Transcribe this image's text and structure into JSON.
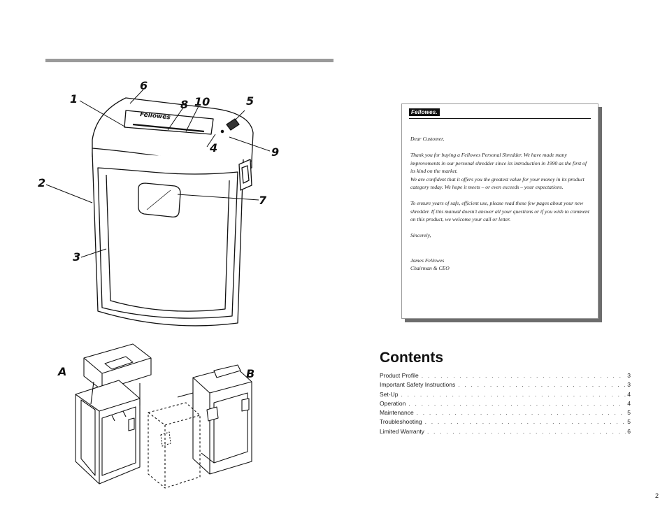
{
  "illustration": {
    "callouts": [
      "1",
      "2",
      "3",
      "4",
      "5",
      "6",
      "7",
      "8",
      "9",
      "10"
    ],
    "panels": [
      "A",
      "B"
    ],
    "brand_on_lid": "Fellowes"
  },
  "letter": {
    "logo": "Fellowes.",
    "greeting": "Dear Customer,",
    "para1": "Thank you for buying a Fellowes Personal Shredder.  We have made many improvements in our personal shredder since its introduction in 1990 as the first of its kind on the market.",
    "para2": "We are confident that it offers you the greatest value for your money in its product category today. We hope it meets – or even exceeds – your expectations.",
    "para3": "To ensure years of safe, efficient use, please read these few pages about your new shredder. If this manual doesn't answer all your questions or if you wish to comment on this product, we welcome your call or letter.",
    "closing": "Sincerely,",
    "signer_name": "James Fellowes",
    "signer_title": "Chairman & CEO"
  },
  "contents": {
    "title": "Contents",
    "items": [
      {
        "label": "Product Profile",
        "page": "3"
      },
      {
        "label": "Important Safety Instructions",
        "page": "3"
      },
      {
        "label": "Set-Up",
        "page": "4"
      },
      {
        "label": "Operation",
        "page": "4"
      },
      {
        "label": "Maintenance",
        "page": "5"
      },
      {
        "label": "Troubleshooting",
        "page": "5"
      },
      {
        "label": "Limited Warranty",
        "page": "6"
      }
    ]
  },
  "page_number": "2"
}
